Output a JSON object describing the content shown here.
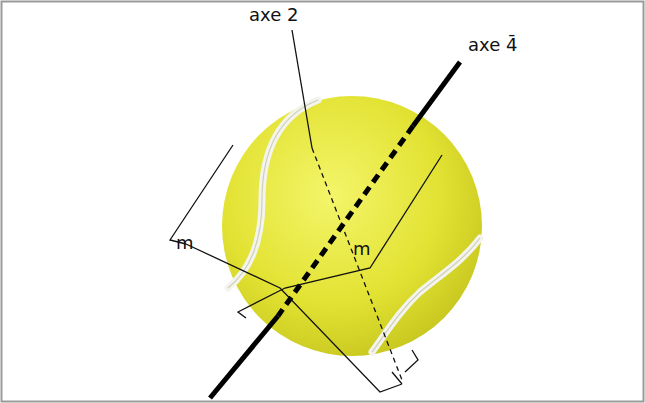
{
  "diagram": {
    "labels": [
      "axe 2",
      "axe 4̄",
      "m",
      "m"
    ]
  }
}
